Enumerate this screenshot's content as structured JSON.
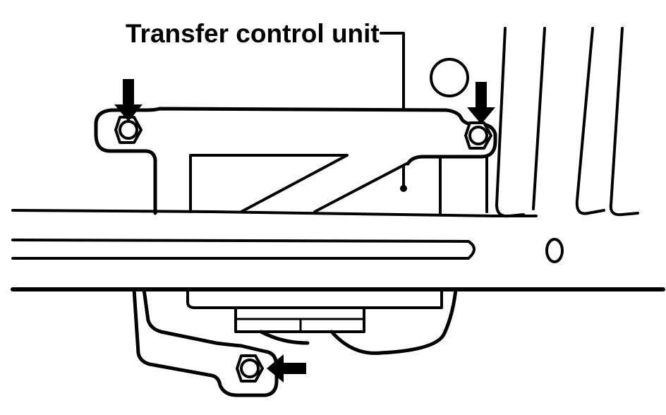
{
  "diagram": {
    "callout_label": "Transfer control unit",
    "line_color": "#000000",
    "background_color": "#ffffff",
    "fastener_arrows": [
      {
        "name": "upper-left-bolt",
        "direction": "down"
      },
      {
        "name": "upper-right-bolt",
        "direction": "down"
      },
      {
        "name": "lower-bolt",
        "direction": "left"
      }
    ]
  }
}
